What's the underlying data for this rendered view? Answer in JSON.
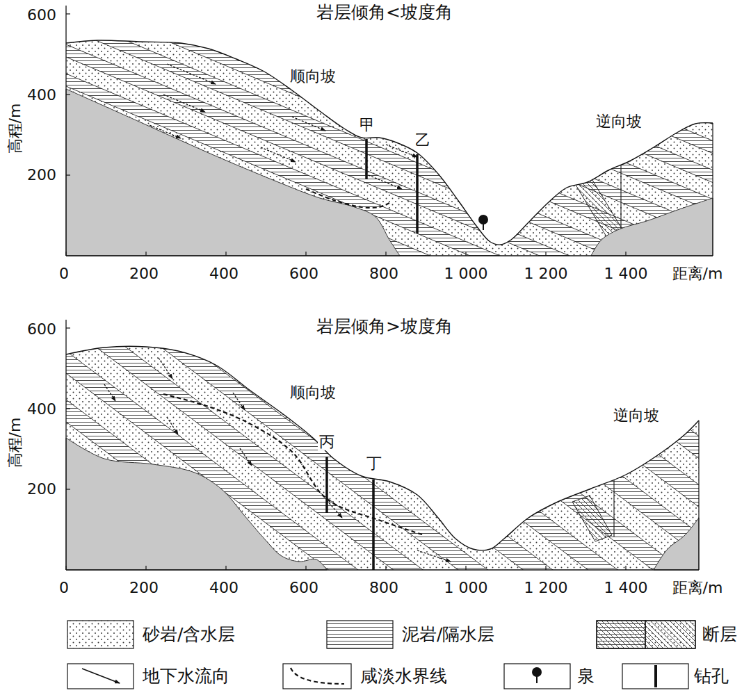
{
  "diagram": {
    "labels": [
      "岩层倾角<坡度角",
      "600",
      "400",
      "200",
      "高程/m",
      "顺向坡",
      "甲",
      "乙",
      "逆向坡",
      "0",
      "200",
      "400",
      "600",
      "800",
      "1 000",
      "1 200",
      "1 400",
      "距离/m",
      "岩层倾角>坡度角",
      "600",
      "400",
      "200",
      "高程/m",
      "顺向坡",
      "丙",
      "丁",
      "逆向坡",
      "0",
      "200",
      "400",
      "600",
      "800",
      "1 000",
      "1 200",
      "1 400",
      "距离/m"
    ],
    "legend": [
      {
        "text": "砂岩/含水层"
      },
      {
        "text": "泥岩/隔水层"
      },
      {
        "text": "断层"
      },
      {
        "text": "地下水流向"
      },
      {
        "text": "咸淡水界线"
      },
      {
        "text": "泉"
      },
      {
        "text": "钻孔"
      }
    ]
  }
}
